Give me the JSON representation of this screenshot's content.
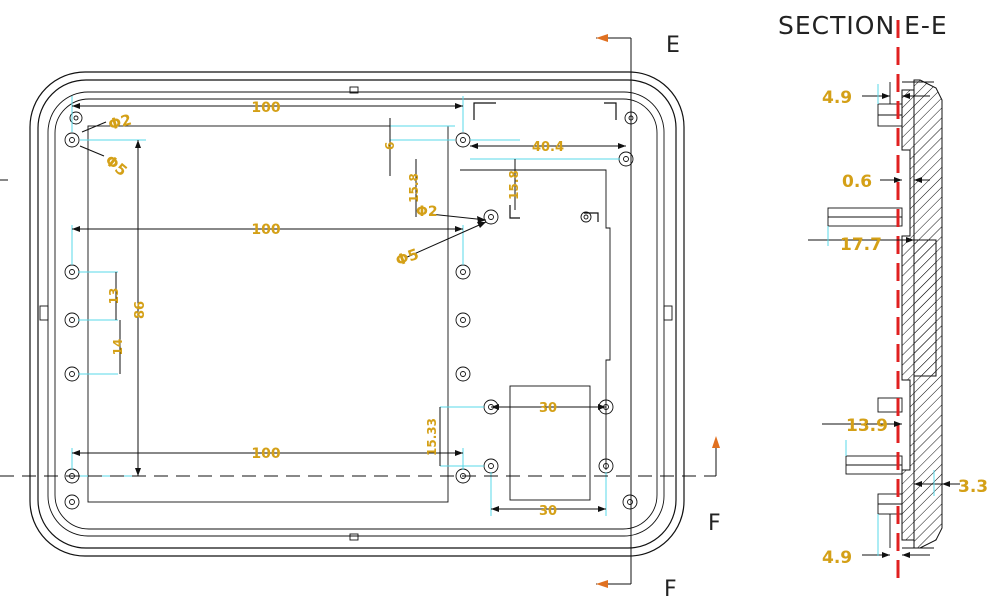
{
  "section_title": "SECTION E-E",
  "section_labels": {
    "e_top": "E",
    "f_mid": "F",
    "f_bottom": "F"
  },
  "front_view": {
    "dims": {
      "width_top": "100",
      "width_mid": "100",
      "width_bottom": "100",
      "hole_small": "Φ2",
      "hole_large": "Φ5",
      "offset_6": "6",
      "span_40_4": "40.4",
      "depth_15_8_a": "15.8",
      "depth_15_8_b": "15.8",
      "phi2_center": "Φ2",
      "phi5_center": "Φ5",
      "pitch_13": "13",
      "pitch_14": "14",
      "height_86": "86",
      "box_top_30": "30",
      "box_bottom_30": "30",
      "offset_15_33": "15.33"
    }
  },
  "section_view": {
    "dims": {
      "top_4_9": "4.9",
      "wall_0_6": "0.6",
      "boss_17_7": "17.7",
      "boss_13_9": "13.9",
      "wall_3_3": "3.3",
      "bottom_4_9": "4.9"
    }
  },
  "colors": {
    "dimension_text": "#d4a017",
    "extension_lines": "#58d8e8",
    "centerline": "#e02020",
    "section_arrow": "#e07020",
    "outline": "#111111"
  }
}
